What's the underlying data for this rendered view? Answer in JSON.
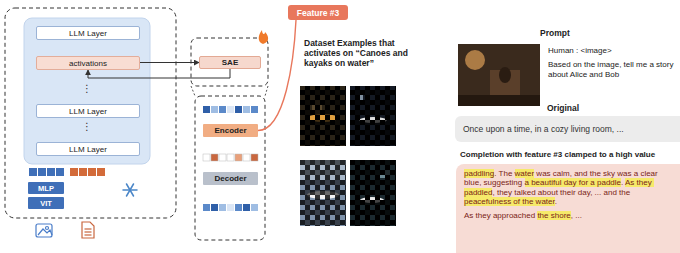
{
  "diagram": {
    "nodes": [
      {
        "text": [
          "LLM Layer"
        ]
      },
      {
        "text": [
          "activations"
        ]
      },
      {
        "text": [
          "LLM Layer"
        ]
      },
      {
        "text": [
          "LLM Layer"
        ]
      },
      {
        "text": [
          "MLP"
        ]
      },
      {
        "text": [
          "VIT"
        ]
      },
      {
        "text": [
          "SAE"
        ]
      },
      {
        "text": [
          "Encoder"
        ]
      },
      {
        "text": [
          "Decoder"
        ]
      },
      {
        "text": [
          "Feature #3"
        ]
      },
      {
        "text": [
          "Original",
          "Once upon a time, in a cozy living room, ..."
        ]
      },
      {
        "text": [
          "Completion with feature #3 clamped to a high value",
          "paddling",
          ". The ",
          "water",
          " was calm, and the sky was a clear blue, suggesting ",
          "a beautiful day for a paddle",
          ". ",
          "As they paddled",
          ", they talked about their day, ... and the ",
          "peacefulness of the water",
          ".",
          "As they approached ",
          "the shore",
          ", ..."
        ]
      }
    ],
    "edges": [
      {
        "from": 1,
        "to": 6,
        "arrow": "to"
      },
      {
        "from": 6,
        "to": 1,
        "arrow": "to"
      },
      {
        "from": 7,
        "to": 9,
        "arrow": "none"
      }
    ],
    "labels": [
      "⋮",
      "⋮",
      "Dataset Examples that activates on “Canoes and kayaks on water”",
      "Prompt",
      "Human : <image>",
      "Based on the image, tell me a story about Alice and Bob"
    ]
  }
}
